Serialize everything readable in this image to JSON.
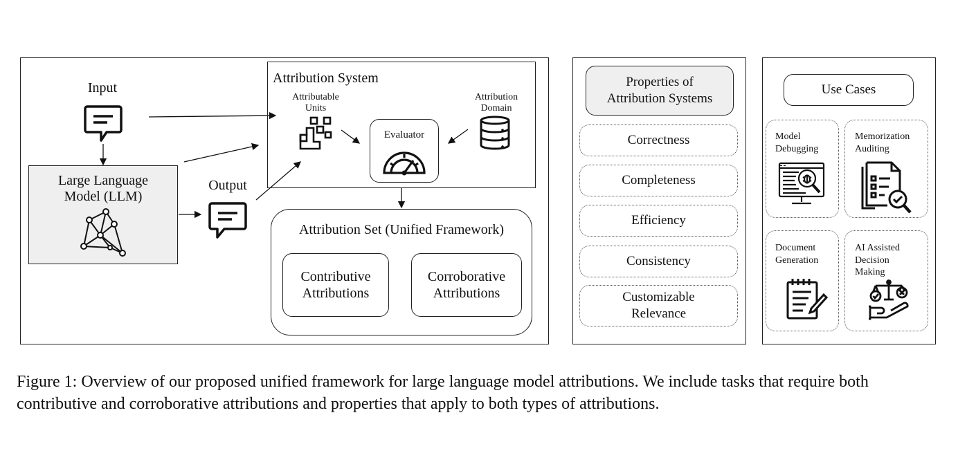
{
  "left_panel": {
    "input_label": "Input",
    "output_label": "Output",
    "llm_label": "Large Language Model (LLM)",
    "attribution_system": {
      "title": "Attribution System",
      "units_label": "Attributable Units",
      "domain_label": "Attribution Domain",
      "evaluator_label": "Evaluator"
    },
    "attribution_set": {
      "title": "Attribution Set (Unified Framework)",
      "contributive": "Contributive Attributions",
      "corroborative": "Corroborative Attributions"
    }
  },
  "properties_panel": {
    "header": "Properties of Attribution Systems",
    "items": [
      "Correctness",
      "Completeness",
      "Efficiency",
      "Consistency",
      "Customizable Relevance"
    ]
  },
  "use_cases_panel": {
    "header": "Use Cases",
    "items": [
      "Model Debugging",
      "Memorization Auditing",
      "Document Generation",
      "AI Assisted Decision Making"
    ]
  },
  "caption": "Figure 1: Overview of our proposed unified framework for large language model attributions. We include tasks that require both contributive and corroborative attributions and properties that apply to both types of attributions.",
  "icons": [
    "chat-bubble-icon",
    "network-icon",
    "blocks-icon",
    "database-icon",
    "gauge-icon",
    "monitor-bug-icon",
    "checklist-magnifier-icon",
    "notepad-pencil-icon",
    "scales-hand-icon"
  ]
}
